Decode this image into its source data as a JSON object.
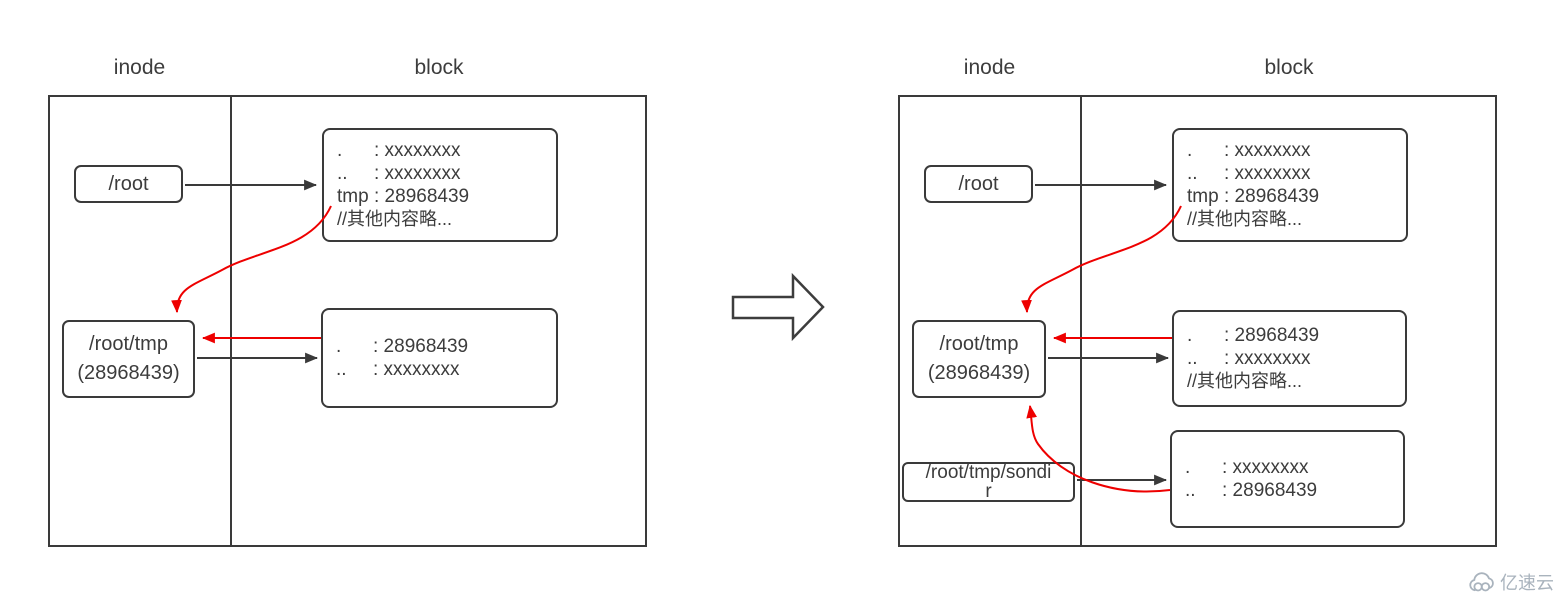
{
  "colors": {
    "line": "#3a3a3a",
    "red": "#ee0000",
    "logo": "#a9b3bd"
  },
  "left": {
    "inode_label": "inode",
    "block_label": "block",
    "root": {
      "label": "/root"
    },
    "root_tmp": {
      "line1": "/root/tmp",
      "line2": "(28968439)"
    },
    "block1": {
      "rows": [
        {
          "k": ".",
          "v": ": xxxxxxxx"
        },
        {
          "k": "..",
          "v": ": xxxxxxxx"
        },
        {
          "k": "tmp",
          "v": ": 28968439"
        }
      ],
      "note": "//其他内容略..."
    },
    "block2": {
      "rows": [
        {
          "k": ".",
          "v": ": 28968439"
        },
        {
          "k": "..",
          "v": ": xxxxxxxx"
        }
      ]
    }
  },
  "right": {
    "inode_label": "inode",
    "block_label": "block",
    "root": {
      "label": "/root"
    },
    "root_tmp": {
      "line1": "/root/tmp",
      "line2": "(28968439)"
    },
    "sondir": {
      "line1": "/root/tmp/sondi",
      "line2": "r"
    },
    "block1": {
      "rows": [
        {
          "k": ".",
          "v": ": xxxxxxxx"
        },
        {
          "k": "..",
          "v": ": xxxxxxxx"
        },
        {
          "k": "tmp",
          "v": ": 28968439"
        }
      ],
      "note": "//其他内容略..."
    },
    "block2": {
      "rows": [
        {
          "k": ".",
          "v": ": 28968439"
        },
        {
          "k": "..",
          "v": ": xxxxxxxx"
        }
      ],
      "note": "//其他内容略..."
    },
    "block3": {
      "rows": [
        {
          "k": ".",
          "v": ": xxxxxxxx"
        },
        {
          "k": "..",
          "v": ": 28968439"
        }
      ]
    }
  },
  "footer": {
    "logo_text": "亿速云"
  }
}
